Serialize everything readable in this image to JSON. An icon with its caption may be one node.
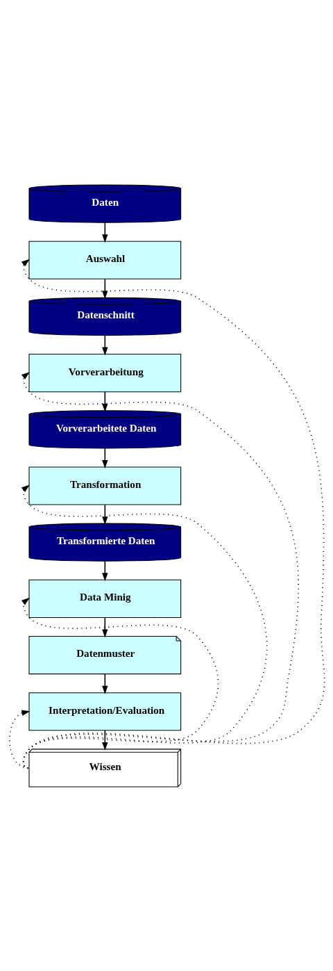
{
  "diagram": {
    "nodes": [
      {
        "text": [
          "Daten"
        ]
      },
      {
        "text": [
          "Auswahl"
        ]
      },
      {
        "text": [
          "Datenschnitt"
        ]
      },
      {
        "text": [
          "Vorverarbeitung"
        ]
      },
      {
        "text": [
          "Vorverarbeitete Daten"
        ]
      },
      {
        "text": [
          "Transformation"
        ]
      },
      {
        "text": [
          "Transformierte Daten"
        ]
      },
      {
        "text": [
          "Data Minig"
        ]
      },
      {
        "text": [
          "Datenmuster"
        ]
      },
      {
        "text": [
          "Interpretation/Evaluation"
        ]
      },
      {
        "text": [
          "Wissen"
        ]
      }
    ],
    "edges": [
      {
        "from": 0,
        "to": 1,
        "arrow": "to"
      },
      {
        "from": 1,
        "to": 2,
        "arrow": "to"
      },
      {
        "from": 2,
        "to": 3,
        "arrow": "to"
      },
      {
        "from": 3,
        "to": 4,
        "arrow": "to"
      },
      {
        "from": 4,
        "to": 5,
        "arrow": "to"
      },
      {
        "from": 5,
        "to": 6,
        "arrow": "to"
      },
      {
        "from": 6,
        "to": 7,
        "arrow": "to"
      },
      {
        "from": 7,
        "to": 8,
        "arrow": "to"
      },
      {
        "from": 8,
        "to": 9,
        "arrow": "to"
      },
      {
        "from": 9,
        "to": 10,
        "arrow": "to"
      },
      {
        "from": 10,
        "to": 1,
        "arrow": "to",
        "style": "dashed"
      },
      {
        "from": 10,
        "to": 3,
        "arrow": "to",
        "style": "dashed"
      },
      {
        "from": 10,
        "to": 5,
        "arrow": "to",
        "style": "dashed"
      },
      {
        "from": 10,
        "to": 7,
        "arrow": "to",
        "style": "dashed"
      },
      {
        "from": 10,
        "to": 9,
        "arrow": "to",
        "style": "dashed"
      }
    ]
  }
}
